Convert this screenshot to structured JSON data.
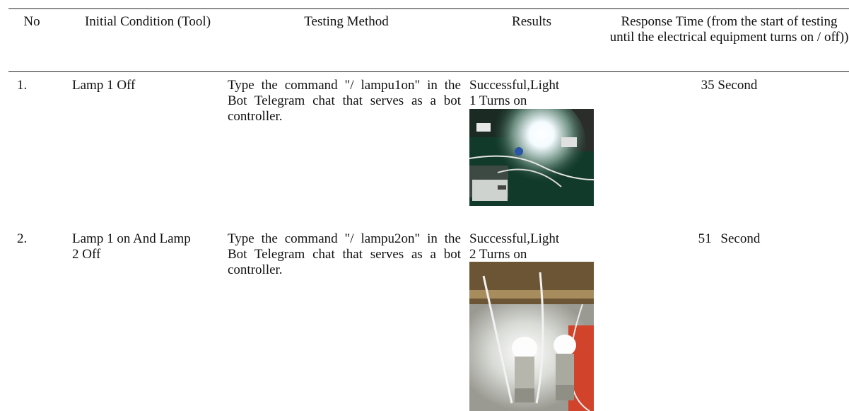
{
  "table": {
    "headers": {
      "no": "No",
      "initial": "Initial Condition (Tool)",
      "method": "Testing Method",
      "results": "Results",
      "response": "Response Time (from the start of testing until the electrical equipment turns on / off))"
    },
    "rows": [
      {
        "no": "1.",
        "initial": "Lamp 1 Off",
        "method": "Type the command \"/ lampu1on\" in the Bot Telegram chat that serves as a bot controller.",
        "result": "Successful,Light 1 Turns on",
        "response": "35 Second"
      },
      {
        "no": "2.",
        "initial": "Lamp 1 on And Lamp 2 Off",
        "method": "Type the command \"/ lampu2on\" in the Bot Telegram chat that serves as a bot controller.",
        "result": "Successful,Light 2 Turns on",
        "response": "51 Second"
      }
    ]
  }
}
